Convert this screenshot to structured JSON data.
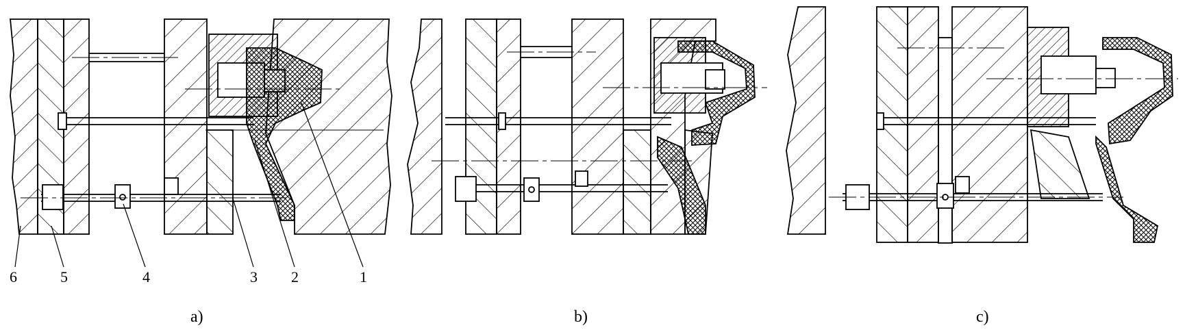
{
  "figure": {
    "panels": [
      {
        "id": "a",
        "caption": "a)"
      },
      {
        "id": "b",
        "caption": "b)"
      },
      {
        "id": "c",
        "caption": "c)"
      }
    ],
    "part_numbers": [
      "6",
      "5",
      "4",
      "3",
      "2",
      "1"
    ]
  },
  "colors": {
    "ink": "#000000",
    "paper": "#ffffff"
  }
}
